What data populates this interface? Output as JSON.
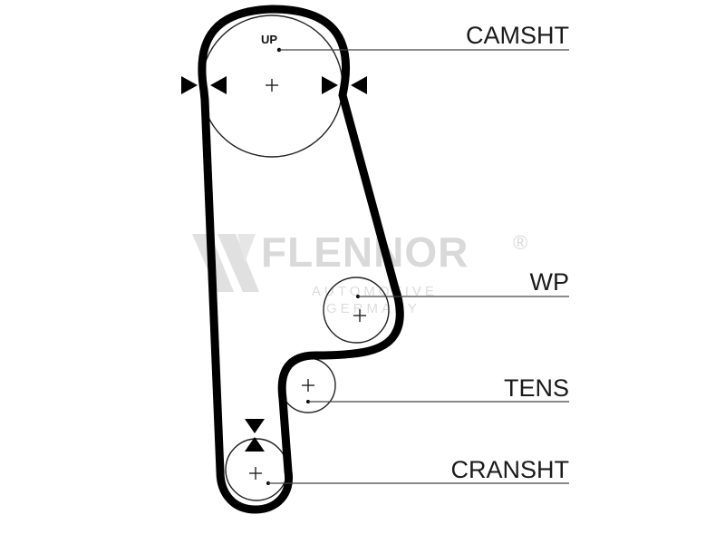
{
  "labels": {
    "camshaft": "CAMSHT",
    "water_pump": "WP",
    "tensioner": "TENS",
    "crankshaft": "CRANSHT",
    "up_mark": "UP"
  },
  "watermark": {
    "brand": "FLENNOR",
    "registered": "®",
    "line1": "AUTOMOTIVE",
    "line2": "GERMANY"
  },
  "colors": {
    "belt": "#000000",
    "watermark": "#d9d9d9",
    "text": "#1a1a1a"
  }
}
